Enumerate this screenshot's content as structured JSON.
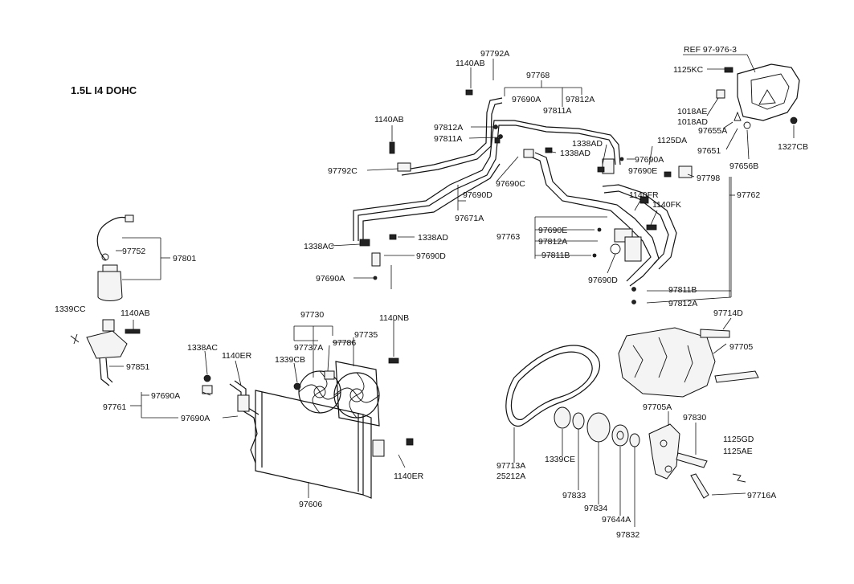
{
  "title": "1.5L I4 DOHC",
  "labels": {
    "l_97792A": "97792A",
    "l_1140AB_top": "1140AB",
    "l_97768": "97768",
    "l_97690A_top": "97690A",
    "l_97812A_top": "97812A",
    "l_97811A_top": "97811A",
    "l_1140AB_left": "1140AB",
    "l_97812A_mid": "97812A",
    "l_97811A_mid": "97811A",
    "l_1338AD_a": "1338AD",
    "l_1338AD_b": "1338AD",
    "l_97792C": "97792C",
    "l_97690C": "97690C",
    "l_97690D_top": "97690D",
    "l_97671A": "97671A",
    "l_1125DA": "1125DA",
    "l_97690A_r": "97690A",
    "l_97690E_r": "97690E",
    "l_97798": "97798",
    "l_1140FR": "1140FR",
    "l_1140FK": "1140FK",
    "l_97762": "97762",
    "l_97763": "97763",
    "l_97690E_m": "97690E",
    "l_97812A_m": "97812A",
    "l_97811B_m": "97811B",
    "l_97690D_m": "97690D",
    "l_97811B_r": "97811B",
    "l_97812A_r": "97812A",
    "l_ref": "REF 97-976-3",
    "l_1125KC": "1125KC",
    "l_1018AE": "1018AE",
    "l_1018AD": "1018AD",
    "l_97655A": "97655A",
    "l_97651": "97651",
    "l_97656B": "97656B",
    "l_1327CB": "1327CB",
    "l_97752": "97752",
    "l_97801": "97801",
    "l_1338AC_m": "1338AC",
    "l_1338AD_m": "1338AD",
    "l_97690D_lm": "97690D",
    "l_97690A_lm": "97690A",
    "l_1339CC": "1339CC",
    "l_1140AB_l": "1140AB",
    "l_97851": "97851",
    "l_97730": "97730",
    "l_1140NB": "1140NB",
    "l_97737A": "97737A",
    "l_97786": "97786",
    "l_97735": "97735",
    "l_1339CB": "1339CB",
    "l_1338AC_l": "1338AC",
    "l_1140ER_t": "1140ER",
    "l_97761": "97761",
    "l_97690A_c1": "97690A",
    "l_97690A_c2": "97690A",
    "l_1140ER_b": "1140ER",
    "l_97606": "97606",
    "l_97714D": "97714D",
    "l_97705": "97705",
    "l_97705A": "97705A",
    "l_97830": "97830",
    "l_97713A": "97713A",
    "l_25212A": "25212A",
    "l_1339CE": "1339CE",
    "l_97833": "97833",
    "l_97834": "97834",
    "l_97644A": "97644A",
    "l_97832": "97832",
    "l_1125GD": "1125GD",
    "l_1125AE": "1125AE",
    "l_97716A": "97716A"
  }
}
